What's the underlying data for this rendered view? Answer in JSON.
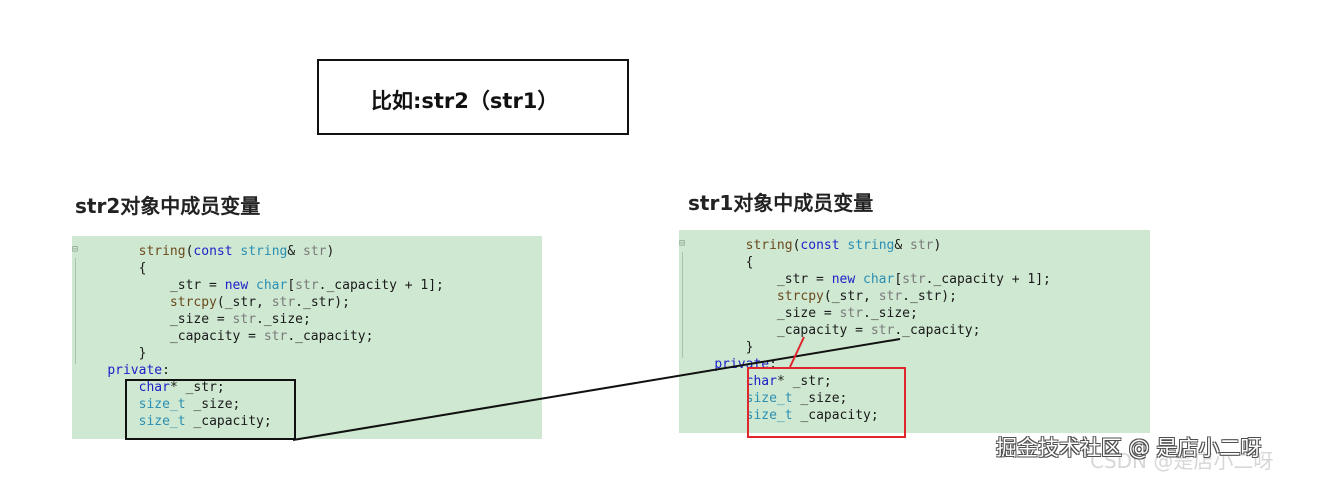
{
  "title_box": {
    "text": "比如:str2（str1）"
  },
  "left": {
    "heading": "str2对象中成员变量",
    "lines": [
      [
        {
          "t": "        ",
          "c": "pu"
        },
        {
          "t": "string",
          "c": "fn"
        },
        {
          "t": "(",
          "c": "pu"
        },
        {
          "t": "const",
          "c": "kw"
        },
        {
          "t": " ",
          "c": "pu"
        },
        {
          "t": "string",
          "c": "ty"
        },
        {
          "t": "& ",
          "c": "pu"
        },
        {
          "t": "str",
          "c": "pa"
        },
        {
          "t": ")",
          "c": "pu"
        }
      ],
      [
        {
          "t": "        {",
          "c": "pu"
        }
      ],
      [
        {
          "t": "            _str = ",
          "c": "id"
        },
        {
          "t": "new",
          "c": "kw"
        },
        {
          "t": " ",
          "c": "pu"
        },
        {
          "t": "char",
          "c": "ty"
        },
        {
          "t": "[",
          "c": "pu"
        },
        {
          "t": "str",
          "c": "pa"
        },
        {
          "t": "._capacity + 1];",
          "c": "id"
        }
      ],
      [
        {
          "t": "            ",
          "c": "pu"
        },
        {
          "t": "strcpy",
          "c": "fn"
        },
        {
          "t": "(_str, ",
          "c": "id"
        },
        {
          "t": "str",
          "c": "pa"
        },
        {
          "t": "._str);",
          "c": "id"
        }
      ],
      [
        {
          "t": "            _size = ",
          "c": "id"
        },
        {
          "t": "str",
          "c": "pa"
        },
        {
          "t": "._size;",
          "c": "id"
        }
      ],
      [
        {
          "t": "            _capacity = ",
          "c": "id"
        },
        {
          "t": "str",
          "c": "pa"
        },
        {
          "t": "._capacity;",
          "c": "id"
        }
      ],
      [
        {
          "t": "        }",
          "c": "pu"
        }
      ],
      [
        {
          "t": "    ",
          "c": "pu"
        },
        {
          "t": "private",
          "c": "kw"
        },
        {
          "t": ":",
          "c": "pu"
        }
      ],
      [
        {
          "t": "        ",
          "c": "pu"
        },
        {
          "t": "char",
          "c": "kw"
        },
        {
          "t": "* _str;",
          "c": "id"
        }
      ],
      [
        {
          "t": "        ",
          "c": "pu"
        },
        {
          "t": "size_t",
          "c": "ty"
        },
        {
          "t": " _size;",
          "c": "id"
        }
      ],
      [
        {
          "t": "        ",
          "c": "pu"
        },
        {
          "t": "size_t",
          "c": "ty"
        },
        {
          "t": " _capacity;",
          "c": "id"
        }
      ]
    ]
  },
  "right": {
    "heading": "str1对象中成员变量",
    "lines": [
      [
        {
          "t": "        ",
          "c": "pu"
        },
        {
          "t": "string",
          "c": "fn"
        },
        {
          "t": "(",
          "c": "pu"
        },
        {
          "t": "const",
          "c": "kw"
        },
        {
          "t": " ",
          "c": "pu"
        },
        {
          "t": "string",
          "c": "ty"
        },
        {
          "t": "& ",
          "c": "pu"
        },
        {
          "t": "str",
          "c": "pa"
        },
        {
          "t": ")",
          "c": "pu"
        }
      ],
      [
        {
          "t": "        {",
          "c": "pu"
        }
      ],
      [
        {
          "t": "            _str = ",
          "c": "id"
        },
        {
          "t": "new",
          "c": "kw"
        },
        {
          "t": " ",
          "c": "pu"
        },
        {
          "t": "char",
          "c": "ty"
        },
        {
          "t": "[",
          "c": "pu"
        },
        {
          "t": "str",
          "c": "pa"
        },
        {
          "t": "._capacity + 1];",
          "c": "id"
        }
      ],
      [
        {
          "t": "            ",
          "c": "pu"
        },
        {
          "t": "strcpy",
          "c": "fn"
        },
        {
          "t": "(_str, ",
          "c": "id"
        },
        {
          "t": "str",
          "c": "pa"
        },
        {
          "t": "._str);",
          "c": "id"
        }
      ],
      [
        {
          "t": "            _size = ",
          "c": "id"
        },
        {
          "t": "str",
          "c": "pa"
        },
        {
          "t": "._size;",
          "c": "id"
        }
      ],
      [
        {
          "t": "            _capacity = ",
          "c": "id"
        },
        {
          "t": "str",
          "c": "pa"
        },
        {
          "t": "._capacity;",
          "c": "id"
        }
      ],
      [
        {
          "t": "        }",
          "c": "pu"
        }
      ],
      [
        {
          "t": "    ",
          "c": "pu"
        },
        {
          "t": "private",
          "c": "kw"
        },
        {
          "t": ":",
          "c": "pu"
        }
      ],
      [
        {
          "t": "        ",
          "c": "pu"
        },
        {
          "t": "char",
          "c": "kw"
        },
        {
          "t": "* _str;",
          "c": "id"
        }
      ],
      [
        {
          "t": "        ",
          "c": "pu"
        },
        {
          "t": "size_t",
          "c": "ty"
        },
        {
          "t": " _size;",
          "c": "id"
        }
      ],
      [
        {
          "t": "        ",
          "c": "pu"
        },
        {
          "t": "size_t",
          "c": "ty"
        },
        {
          "t": " _capacity;",
          "c": "id"
        }
      ]
    ]
  },
  "colors": {
    "panel_bg": "#cfe8d1",
    "keyword": "#1e22c8",
    "type": "#2b8fb3",
    "function": "#6b4a1e",
    "param": "#7a7a7a",
    "box_left": "#111111",
    "box_right": "#e0262c"
  },
  "watermark": {
    "text": "掘金技术社区 @ 是店小二呀",
    "shadow_text": "CSDN @是店小二呀"
  }
}
